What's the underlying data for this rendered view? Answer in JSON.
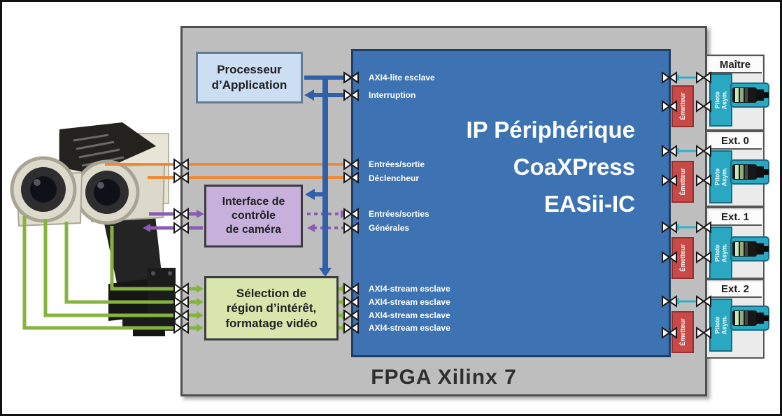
{
  "title": {
    "fpga": "FPGA Xilinx 7"
  },
  "blocks": {
    "processor": {
      "lines": [
        "Processeur",
        "d’Application"
      ]
    },
    "camera_control": {
      "lines": [
        "Interface de",
        "contrôle",
        "de caméra"
      ]
    },
    "roi": {
      "lines": [
        "Sélection de",
        "région d’intérêt,",
        "formatage vidéo"
      ]
    }
  },
  "ip_core": {
    "title_line1": "IP Périphérique",
    "title_line2": "CoaXPress",
    "title_line3": "EASii-IC",
    "ports_left": [
      "AXI4-lite esclave",
      "Interruption",
      "Entrées/sortie",
      "Déclencheur",
      "Entrées/sorties",
      "Générales",
      "AXI4-stream esclave",
      "AXI4-stream esclave",
      "AXI4-stream esclave",
      "AXI4-stream esclave"
    ]
  },
  "channels": [
    {
      "label": "Maître"
    },
    {
      "label": "Ext. 0"
    },
    {
      "label": "Ext. 1"
    },
    {
      "label": "Ext. 2"
    }
  ],
  "components": {
    "driver": "Émetteur",
    "line_driver": "Pilote Asym."
  },
  "colors": {
    "fpga_gray": "#bfbebe",
    "ip_blue": "#3d73b3",
    "processor_blue": "#cbdef2",
    "control_purple": "#c7b1dc",
    "roi_green": "#d8e5ad",
    "driver_red": "#c84a47",
    "pilot_teal": "#2aa7c1",
    "wire_orange": "#ee8a35",
    "wire_blue": "#3060a8",
    "wire_purple": "#8a5cb4",
    "wire_green": "#85b43e",
    "wire_teal": "#2fb0c8"
  }
}
